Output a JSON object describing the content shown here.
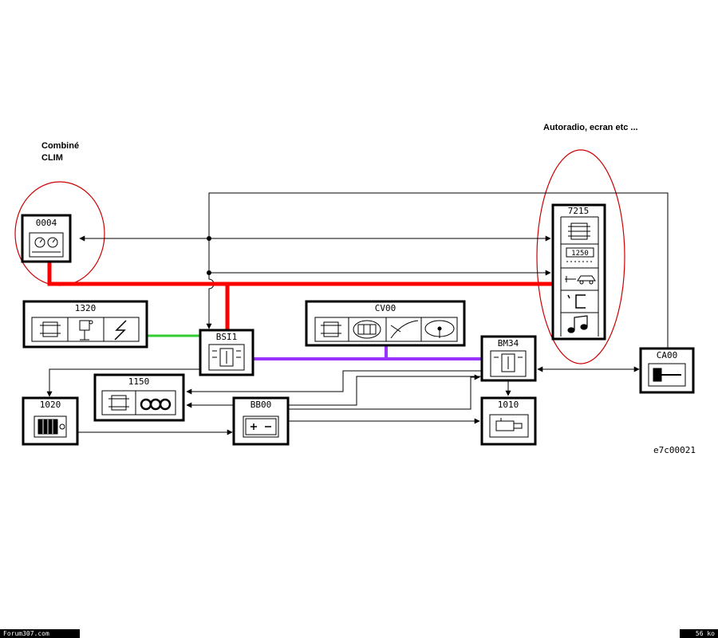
{
  "annotations": {
    "left_note_line1": "Combiné",
    "left_note_line2": "CLIM",
    "right_note": "Autoradio, ecran etc ...",
    "reference": "e7c00021"
  },
  "modules": {
    "m0004": "0004",
    "m7215": "7215",
    "m1320": "1320",
    "mcv00": "CV00",
    "mbsi1": "BSI1",
    "mbm34": "BM34",
    "mca00": "CA00",
    "m1150": "1150",
    "m1020": "1020",
    "mbb00": "BB00",
    "m1010": "1010"
  },
  "footer": {
    "site": "Forum307.com",
    "size": "56 ko"
  },
  "colors": {
    "power_bus": "#ff0000",
    "can_bus": "#9933ff",
    "link_1320": "#33cc33",
    "highlight_circle": "#cc0000"
  }
}
